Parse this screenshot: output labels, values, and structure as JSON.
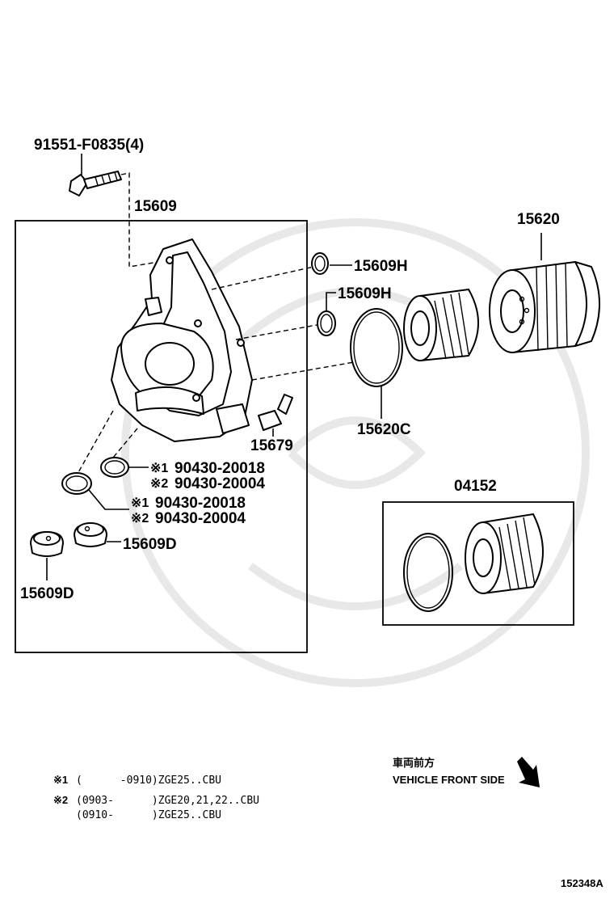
{
  "parts": {
    "bolt": "91551-F0835(4)",
    "housing": "15609",
    "oring_h_top": "15609H",
    "oring_h_mid": "15609H",
    "cap": "15620",
    "cap_gasket": "15620C",
    "sensor": "15679",
    "seal_a_ref1": "90430-20018",
    "seal_a_ref2": "90430-20004",
    "seal_b_ref1": "90430-20018",
    "seal_b_ref2": "90430-20004",
    "plug_right": "15609D",
    "plug_left": "15609D",
    "filter_kit": "04152"
  },
  "markers": {
    "m1": "※1",
    "m2": "※2"
  },
  "notes": {
    "n1_mark": "※1",
    "n1_text": "(      -0910)ZGE25..CBU",
    "n2_mark": "※2",
    "n2_line1": "(0903-      )ZGE20,21,22..CBU",
    "n2_line2": "(0910-      )ZGE25..CBU"
  },
  "direction": {
    "jp": "車両前方",
    "en": "VEHICLE FRONT SIDE",
    "arrow_icon": "diagonal-down-right-arrow"
  },
  "diagram_id": "152348A"
}
